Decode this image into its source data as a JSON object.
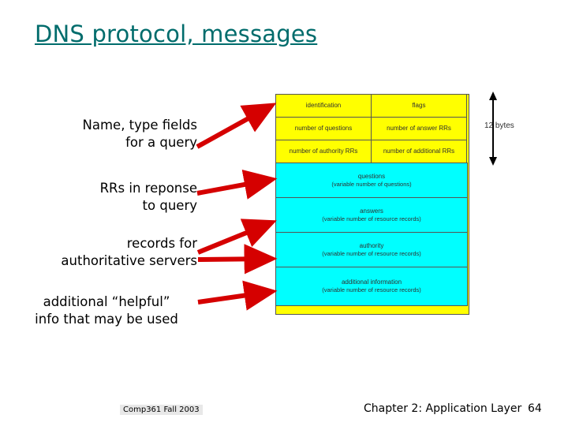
{
  "slide": {
    "title": "DNS protocol, messages",
    "accent_color": "#006c6c",
    "arrow_color": "#d50000",
    "header_fill": "#ffff00",
    "body_fill": "#00ffff"
  },
  "callouts": [
    {
      "line1": "Name, type fields",
      "line2": "for a query"
    },
    {
      "line1": "RRs in reponse",
      "line2": "to query"
    },
    {
      "line1": "records for",
      "line2": "authoritative servers"
    },
    {
      "line1": "additional “helpful”",
      "line2": "info that may be used"
    }
  ],
  "diagram": {
    "header_cells": [
      "identification",
      "flags",
      "number of questions",
      "number of answer RRs",
      "number of authority RRs",
      "number of additional RRs"
    ],
    "sections": [
      {
        "title": "questions",
        "sub": "(variable number of questions)"
      },
      {
        "title": "answers",
        "sub": "(variable number of resource records)"
      },
      {
        "title": "authority",
        "sub": "(variable number of resource records)"
      },
      {
        "title": "additional information",
        "sub": "(variable number of resource records)"
      }
    ],
    "size_marker": "12 bytes"
  },
  "footer": {
    "course": "Comp361   Fall 2003",
    "chapter": "Chapter 2: Application Layer",
    "page": "64"
  }
}
